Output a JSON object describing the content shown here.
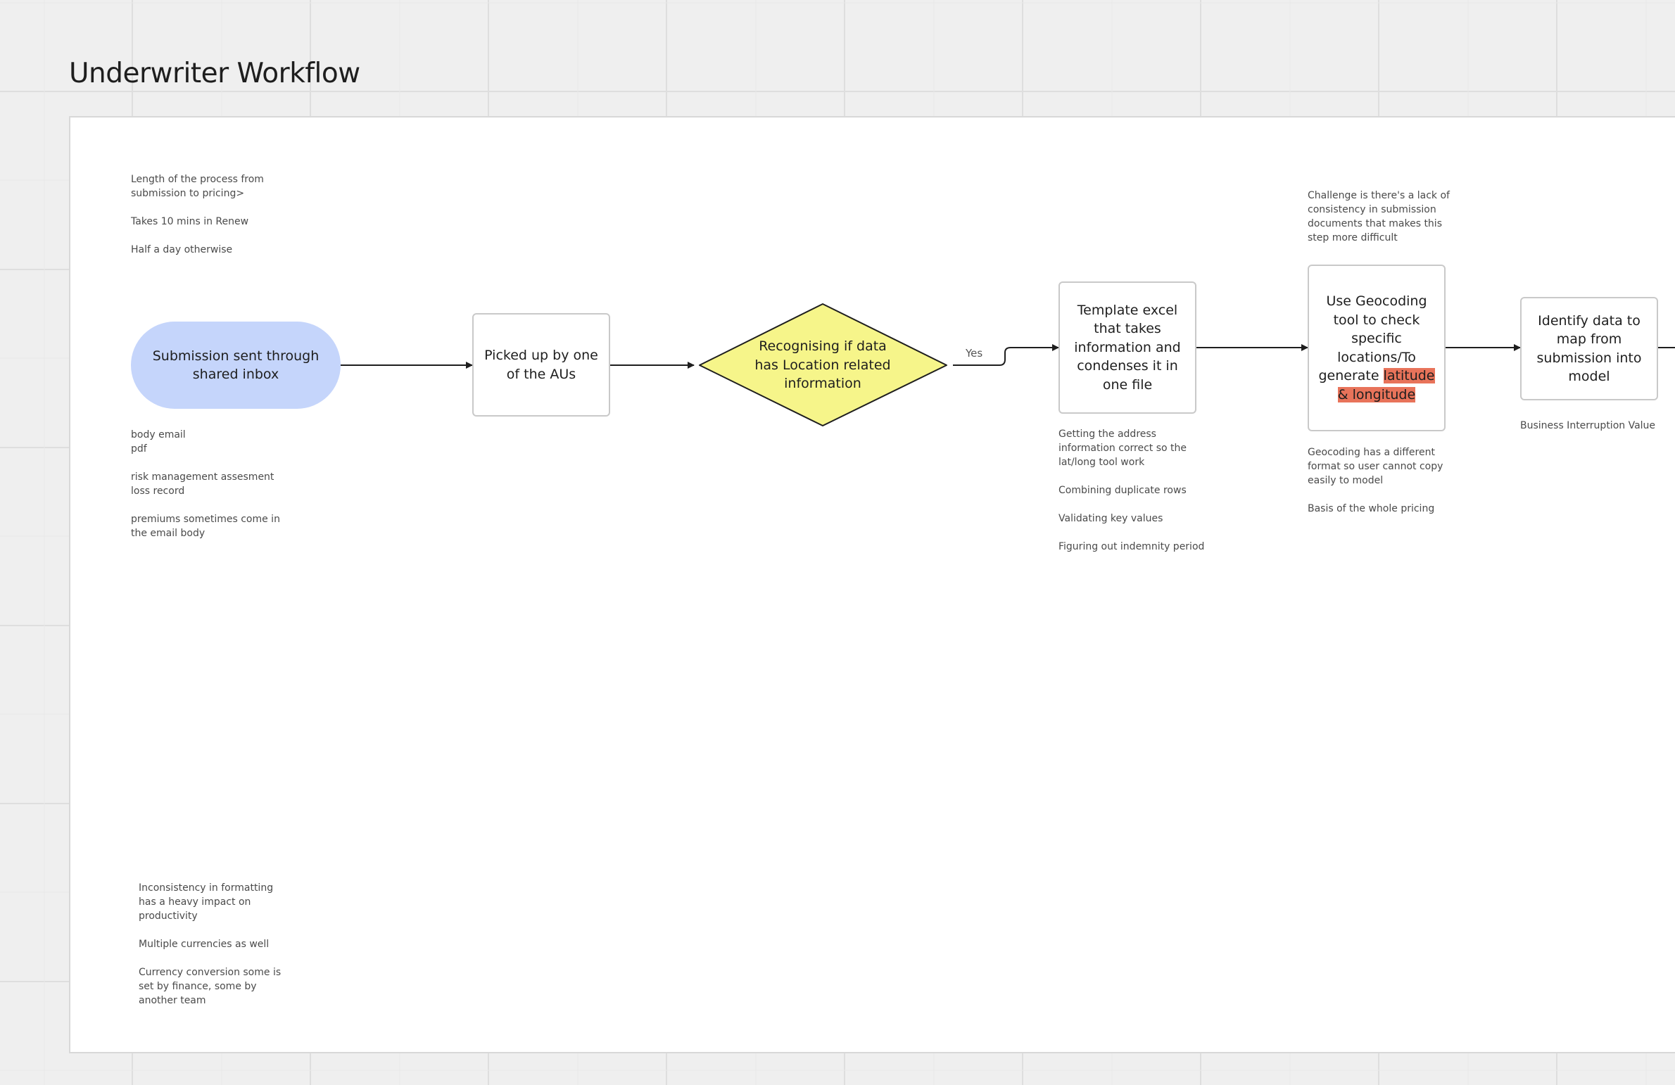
{
  "title": "Underwriter Workflow",
  "colors": {
    "start": "#c5d5fb",
    "decision": "#f6f58a",
    "highlight": "#e8735a"
  },
  "nodes": {
    "start": "Submission sent through shared inbox",
    "pickup": "Picked up by one of the AUs",
    "decision": "Recognising if data has Location related information",
    "template": "Template excel that takes information and condenses it in one file",
    "geocode_pre": "Use Geocoding tool to check specific locations/To generate ",
    "geocode_hl": "latitude & longitude",
    "identify": "Identify data to map from submission into model"
  },
  "edge_labels": {
    "yes": "Yes"
  },
  "notes": {
    "process_length": "Length of the process from submission to pricing>\n\nTakes 10 mins in Renew\n\nHalf a day otherwise",
    "inbox_contents": "body email\npdf\n\nrisk management assesment\nloss record\n\npremiums sometimes come in the email body",
    "template_notes": "Getting the address information correct so the lat/long tool work\n\nCombining duplicate rows\n\nValidating key values\n\nFiguring out indemnity period",
    "geocode_challenge": "Challenge is there's a lack of consistency in submission documents that makes this step more difficult",
    "geocode_notes": "Geocoding has a different format so user cannot copy easily to model\n\nBasis of the whole pricing",
    "identify_notes": "Business Interruption Value",
    "formatting_notes": "Inconsistency in formatting has a heavy impact on productivity\n\nMultiple currencies as well\n\nCurrency conversion some is set by finance, some by another team"
  }
}
